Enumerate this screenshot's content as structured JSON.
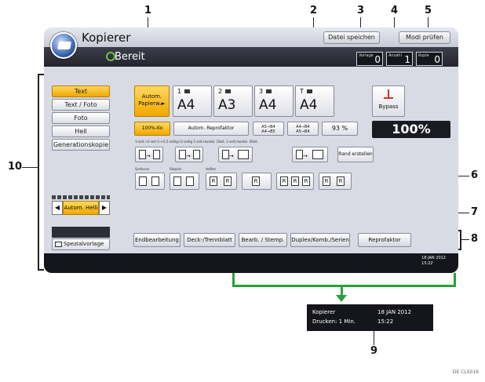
{
  "app": {
    "title": "Kopierer",
    "status": "Bereit",
    "icon": "copier-icon"
  },
  "header_buttons": {
    "save_file": "Datei speichen",
    "check_modes": "Modi prüfen"
  },
  "counters": [
    {
      "label": "Vorlage",
      "value": "0"
    },
    {
      "label": "Anzahl",
      "value": "1"
    },
    {
      "label": "Kopie",
      "value": "0"
    }
  ],
  "modes": [
    "Text",
    "Text / Foto",
    "Foto",
    "Hell",
    "Generationskopie"
  ],
  "density": {
    "label": "Autom. Helli",
    "left": "◀",
    "right": "▶"
  },
  "special_original": "Spezialvorlage",
  "paper": {
    "auto": "Autom. Papierw.►",
    "trays": [
      {
        "num": "1",
        "size": "A4"
      },
      {
        "num": "2",
        "size": "A3"
      },
      {
        "num": "3",
        "size": "A4"
      },
      {
        "num": "T",
        "size": "A4"
      }
    ],
    "bypass": "Bypass"
  },
  "ratio_buttons": {
    "full": "100%-Ko",
    "auto_reduce": "Autom. Reprofaktor",
    "r1_top": "A5→B4",
    "r1_bot": "A4→B5",
    "r2_top": "A4→B4",
    "r2_bot": "A5→B4",
    "pct": "93 %",
    "display": "100%"
  },
  "duplex_labels": "1-seit.>2-seit 0.+O   2-seitig>2-seitig   1-seit>kombi. 2Seit.   1-seit>kombi. 4Seit.",
  "margin_button": "Rand erstellen",
  "finish_labels": {
    "sort": "Sortieren",
    "stack": "Stapeln",
    "staple": "Heften"
  },
  "tabs": [
    "Endbearbeitung",
    "Deck-/Trennblatt",
    "Bearb. / Stemp.",
    "Duplex/Komb./Serien",
    "Reprofaktor"
  ],
  "statusbar": {
    "date": "18 JAN   2012",
    "time": "15:22"
  },
  "zoomed": {
    "app": "Kopierer",
    "print": "Drucken: 1 Min.",
    "date": "18 JAN   2012",
    "time": "15:22"
  },
  "callouts": [
    "1",
    "2",
    "3",
    "4",
    "5",
    "6",
    "7",
    "8",
    "9",
    "10"
  ],
  "figure_code": "DE CLS016"
}
